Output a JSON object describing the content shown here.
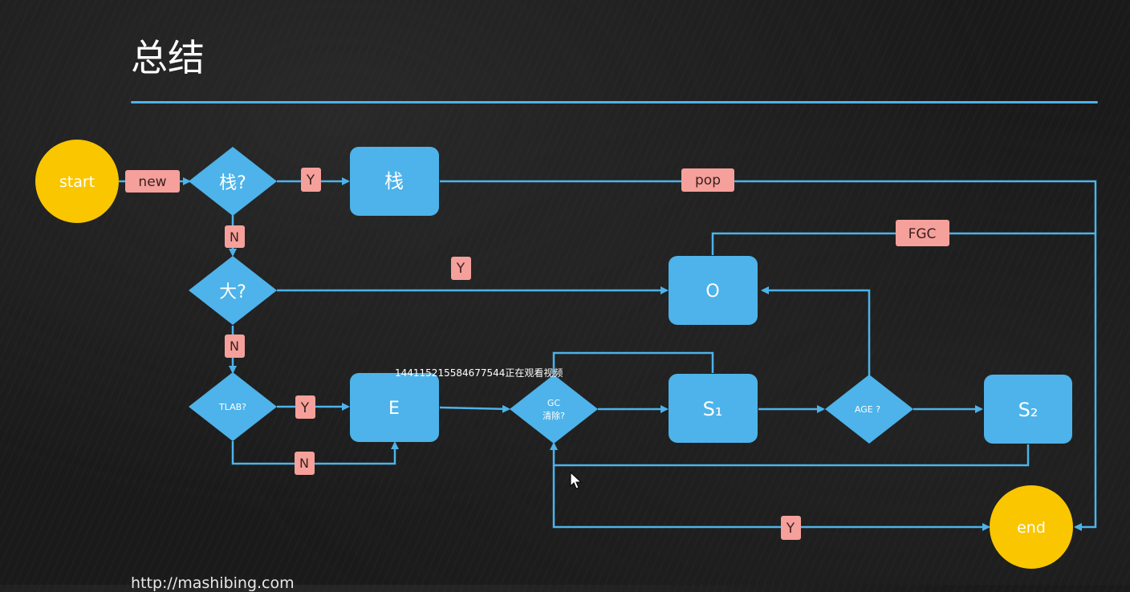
{
  "title": "总结",
  "footer_url": "http://mashibing.com",
  "overlay_text": "1441152155846775​44正在观看视频",
  "colors": {
    "accent": "#4db3ea",
    "node_fill": "#4db3ea",
    "terminal_fill": "#f9c600",
    "label_fill": "#f5a09a",
    "background": "#1a1a1a"
  },
  "nodes": {
    "start": "start",
    "stack_q": "栈?",
    "stack": "栈",
    "big_q": "大?",
    "old": "O",
    "tlab_q": "TLAB?",
    "eden": "E",
    "gc_q_line1": "GC",
    "gc_q_line2": "清除?",
    "s1": "S₁",
    "age_q": "AGE ?",
    "s2": "S₂",
    "end": "end"
  },
  "edge_labels": {
    "new": "new",
    "stack_yes": "Y",
    "pop": "pop",
    "stack_no": "N",
    "big_yes": "Y",
    "fgc": "FGC",
    "big_no": "N",
    "tlab_yes": "Y",
    "tlab_no": "N",
    "gc_yes": "Y"
  }
}
